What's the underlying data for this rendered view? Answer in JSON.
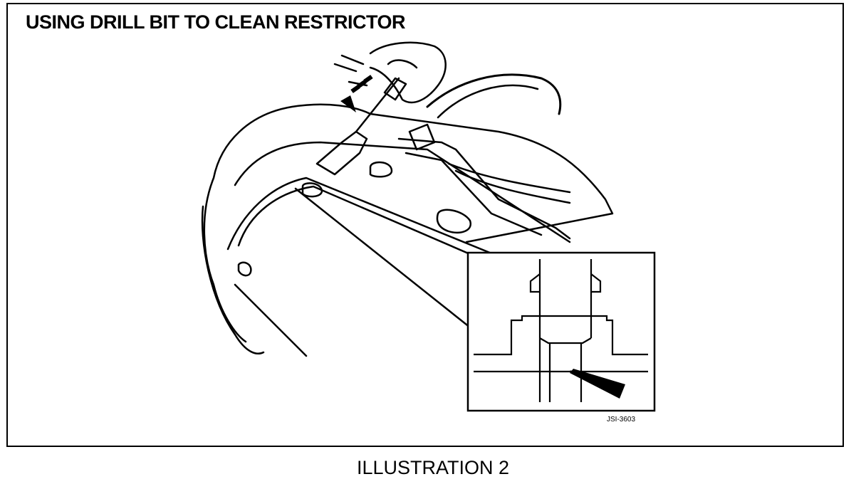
{
  "header": {
    "title": "USING DRILL BIT TO CLEAN RESTRICTOR"
  },
  "inset": {
    "code": "JSI-3603"
  },
  "footer": {
    "caption": "ILLUSTRATION 2"
  },
  "colors": {
    "ink": "#000000",
    "paper": "#ffffff"
  }
}
